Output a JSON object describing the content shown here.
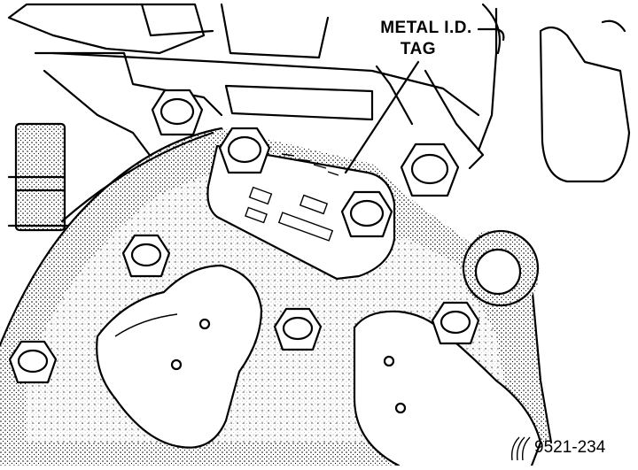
{
  "callout": {
    "line1": "METAL I.D.",
    "line2": "TAG"
  },
  "figure_id": "9521-234",
  "colors": {
    "ink": "#000000",
    "paper": "#ffffff"
  }
}
